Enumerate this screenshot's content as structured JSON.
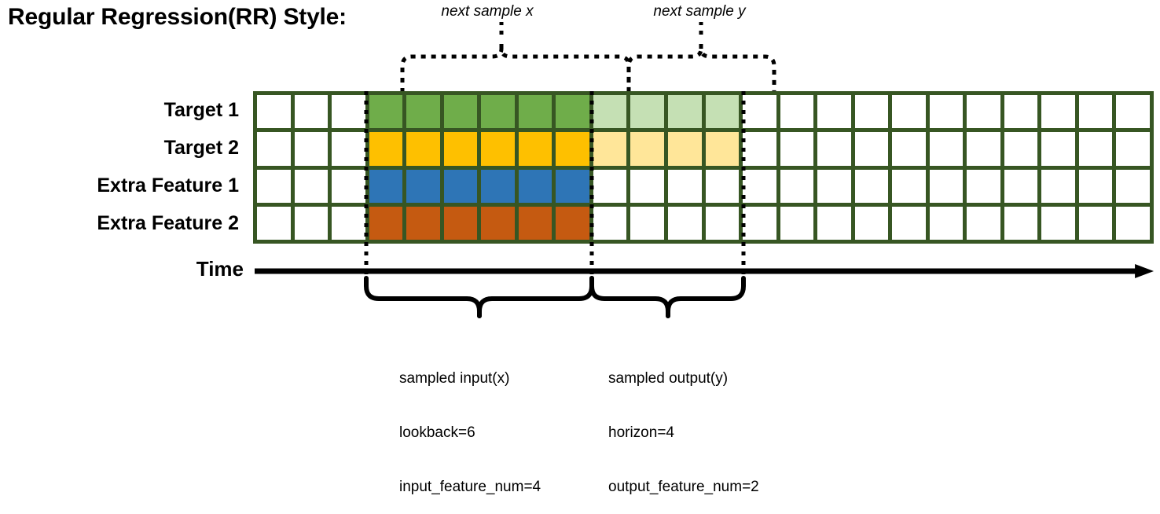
{
  "title": "Regular Regression(RR) Style:",
  "top_annotations": {
    "input_label": "next sample x",
    "output_label": "next sample y"
  },
  "row_labels": [
    "Target 1",
    "Target 2",
    "Extra Feature 1",
    "Extra Feature 2"
  ],
  "time_axis_label": "Time",
  "bottom_annotations": {
    "input": {
      "line1": "sampled input(x)",
      "line2": "lookback=6",
      "line3": "input_feature_num=4"
    },
    "output": {
      "line1": "sampled output(y)",
      "line2": "horizon=4",
      "line3": "output_feature_num=2"
    }
  },
  "colors": {
    "grid_border": "#375623",
    "target1_input": "#6FAD4A",
    "target1_output": "#C5E0B4",
    "target2_input": "#FEC000",
    "target2_output": "#FFE699",
    "feature1_input": "#2E75B6",
    "feature2_input": "#C55A11",
    "empty": "#FFFFFF"
  },
  "grid": {
    "columns": 24,
    "rows": 4,
    "input_start_col": 4,
    "input_end_col": 9,
    "output_start_col": 10,
    "output_end_col": 13,
    "lookback": 6,
    "horizon": 4,
    "input_feature_num": 4,
    "output_feature_num": 2
  },
  "chart_data": {
    "type": "heatmap",
    "title": "Regular Regression(RR) Style:",
    "categories": [
      "Target 1",
      "Target 2",
      "Extra Feature 1",
      "Extra Feature 2"
    ],
    "row_fills": [
      [
        "#FFFFFF",
        "#FFFFFF",
        "#FFFFFF",
        "#6FAD4A",
        "#6FAD4A",
        "#6FAD4A",
        "#6FAD4A",
        "#6FAD4A",
        "#6FAD4A",
        "#C5E0B4",
        "#C5E0B4",
        "#C5E0B4",
        "#C5E0B4",
        "#FFFFFF",
        "#FFFFFF",
        "#FFFFFF",
        "#FFFFFF",
        "#FFFFFF",
        "#FFFFFF",
        "#FFFFFF",
        "#FFFFFF",
        "#FFFFFF",
        "#FFFFFF",
        "#FFFFFF"
      ],
      [
        "#FFFFFF",
        "#FFFFFF",
        "#FFFFFF",
        "#FEC000",
        "#FEC000",
        "#FEC000",
        "#FEC000",
        "#FEC000",
        "#FEC000",
        "#FFE699",
        "#FFE699",
        "#FFE699",
        "#FFE699",
        "#FFFFFF",
        "#FFFFFF",
        "#FFFFFF",
        "#FFFFFF",
        "#FFFFFF",
        "#FFFFFF",
        "#FFFFFF",
        "#FFFFFF",
        "#FFFFFF",
        "#FFFFFF",
        "#FFFFFF"
      ],
      [
        "#FFFFFF",
        "#FFFFFF",
        "#FFFFFF",
        "#2E75B6",
        "#2E75B6",
        "#2E75B6",
        "#2E75B6",
        "#2E75B6",
        "#2E75B6",
        "#FFFFFF",
        "#FFFFFF",
        "#FFFFFF",
        "#FFFFFF",
        "#FFFFFF",
        "#FFFFFF",
        "#FFFFFF",
        "#FFFFFF",
        "#FFFFFF",
        "#FFFFFF",
        "#FFFFFF",
        "#FFFFFF",
        "#FFFFFF",
        "#FFFFFF",
        "#FFFFFF"
      ],
      [
        "#FFFFFF",
        "#FFFFFF",
        "#FFFFFF",
        "#C55A11",
        "#C55A11",
        "#C55A11",
        "#C55A11",
        "#C55A11",
        "#C55A11",
        "#FFFFFF",
        "#FFFFFF",
        "#FFFFFF",
        "#FFFFFF",
        "#FFFFFF",
        "#FFFFFF",
        "#FFFFFF",
        "#FFFFFF",
        "#FFFFFF",
        "#FFFFFF",
        "#FFFFFF",
        "#FFFFFF",
        "#FFFFFF",
        "#FFFFFF",
        "#FFFFFF"
      ]
    ],
    "xlabel": "Time",
    "ylabel": "",
    "grid": true,
    "legend": "none"
  }
}
